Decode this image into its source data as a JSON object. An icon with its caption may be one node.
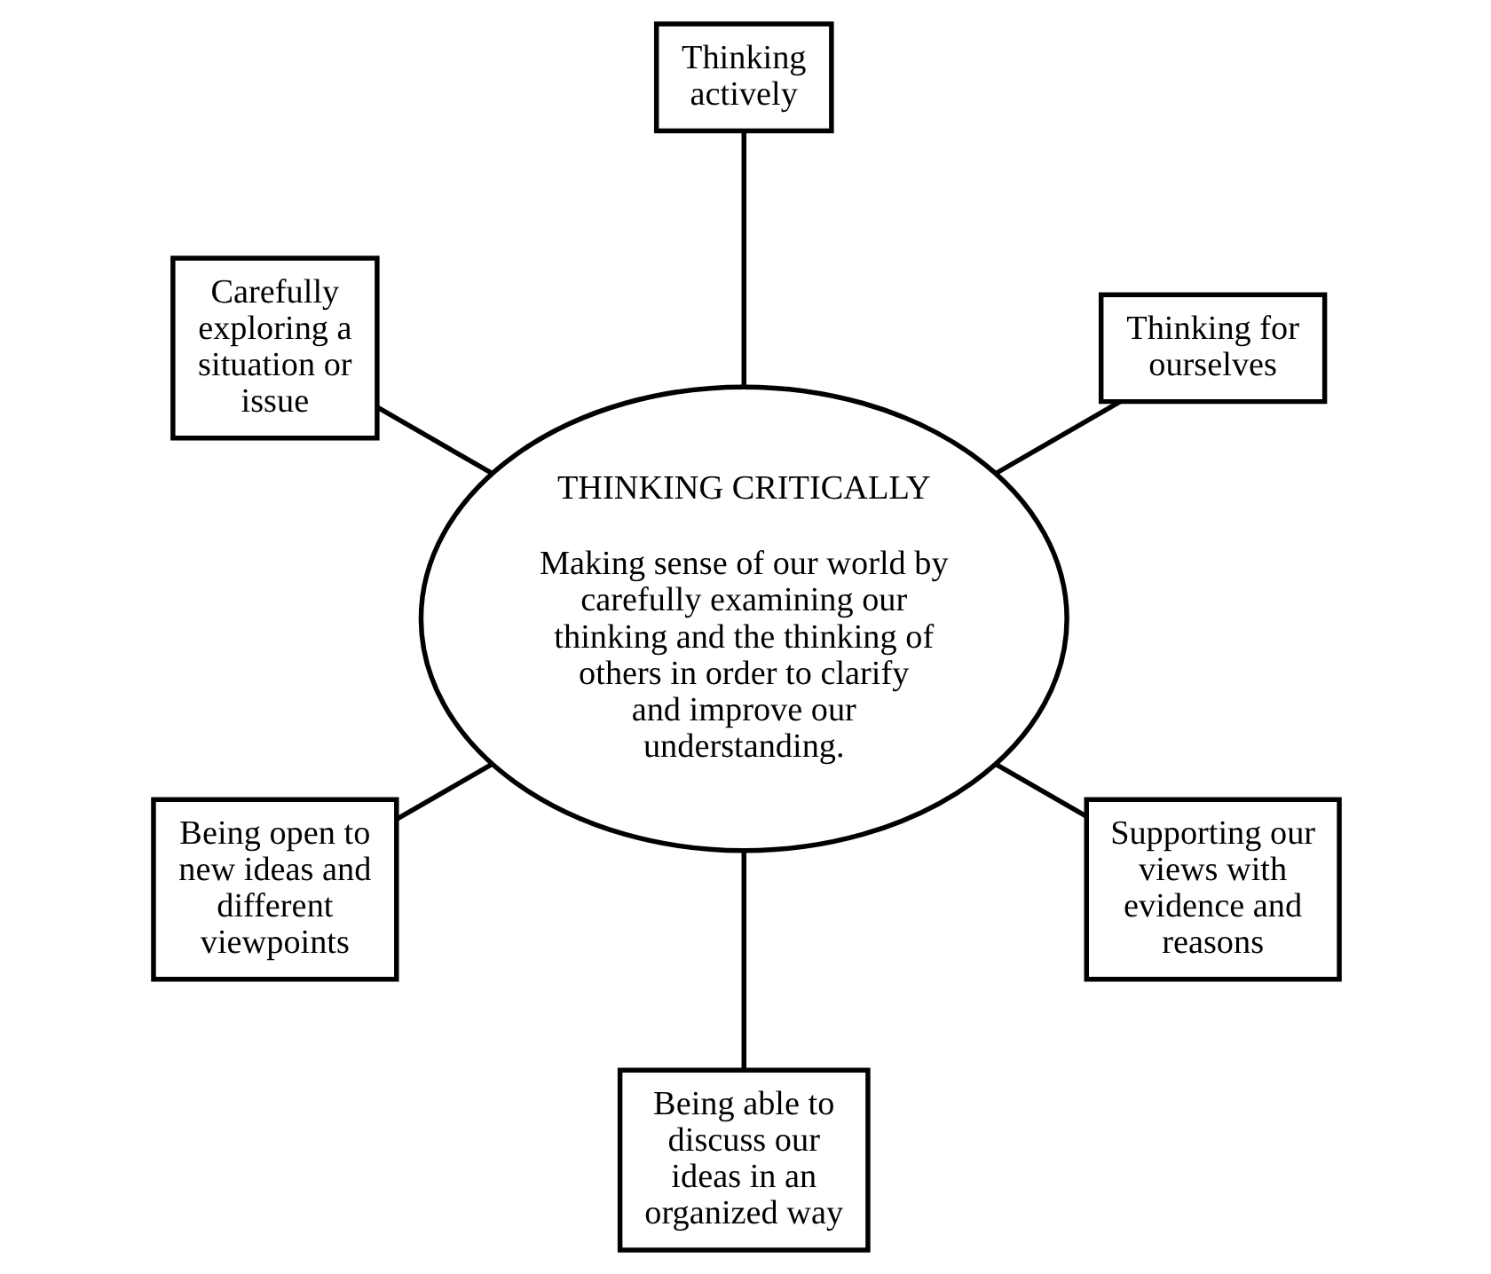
{
  "diagram": {
    "nodes": [
      {
        "text": [
          "THINKING CRITICALLY",
          "Making sense of our world by carefully examining our thinking and the thinking of others in order to clarify and improve our understanding."
        ]
      },
      {
        "text": [
          "Thinking for ourselves"
        ]
      },
      {
        "text": [
          "Thinking actively"
        ]
      },
      {
        "text": [
          "Carefully exploring a situation or issue"
        ]
      },
      {
        "text": [
          "Being open to new ideas and different viewpoints"
        ]
      },
      {
        "text": [
          "Being able to discuss our ideas in an organized way"
        ]
      },
      {
        "text": [
          "Supporting our views with evidence and reasons"
        ]
      }
    ],
    "edges": [
      {
        "from": 1,
        "to": 0,
        "arrow": "none"
      },
      {
        "from": 2,
        "to": 0,
        "arrow": "none"
      },
      {
        "from": 3,
        "to": 0,
        "arrow": "none"
      },
      {
        "from": 4,
        "to": 0,
        "arrow": "none"
      },
      {
        "from": 5,
        "to": 0,
        "arrow": "none"
      },
      {
        "from": 6,
        "to": 0,
        "arrow": "none"
      }
    ]
  }
}
